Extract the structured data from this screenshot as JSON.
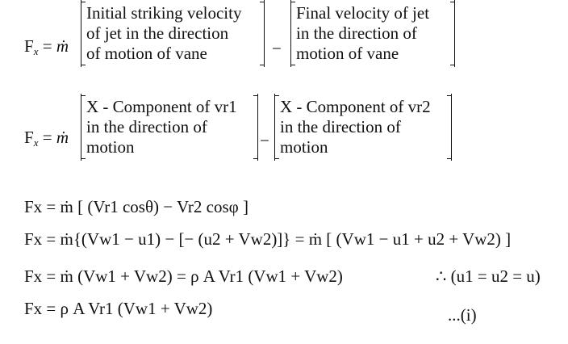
{
  "block1": {
    "lhs": "Fx = ṁ",
    "bracket_a": [
      "Initial striking velocity",
      "of jet in the direction",
      "of motion of vane"
    ],
    "minus": "−",
    "bracket_b": [
      "Final velocity of jet",
      "in the direction of",
      "motion of vane"
    ]
  },
  "block2": {
    "lhs": "Fx = ṁ",
    "bracket_a": [
      "X - Component of vr1",
      "in the direction of",
      "motion"
    ],
    "minus": "−",
    "bracket_b": [
      "X - Component of vr2",
      "in the direction of",
      "motion"
    ]
  },
  "eq3": "Fx = ṁ [ (Vr1 cosθ) − Vr2 cosφ ]",
  "eq4": "Fx = ṁ{(Vw1 − u1) − [− (u2 + Vw2)]} = ṁ [ (Vw1 − u1 + u2 + Vw2) ]",
  "eq5": "Fx = ṁ (Vw1 + Vw2) = ρ A Vr1 (Vw1 + Vw2)",
  "eq5_note": "∴ (u1 = u2 = u)",
  "eq6": "Fx = ρ A Vr1 (Vw1 + Vw2)",
  "eq6_tag": "...(i)"
}
